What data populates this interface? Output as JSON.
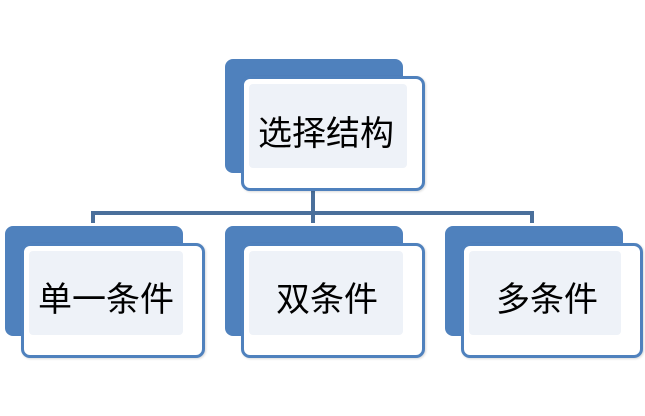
{
  "diagram": {
    "root": {
      "label": "选择结构"
    },
    "children": [
      {
        "label": "单一条件"
      },
      {
        "label": "双条件"
      },
      {
        "label": "多条件"
      }
    ]
  },
  "colors": {
    "accent": "#4f81bd",
    "connector": "#4a6f9b",
    "fill": "#eef2f8"
  }
}
